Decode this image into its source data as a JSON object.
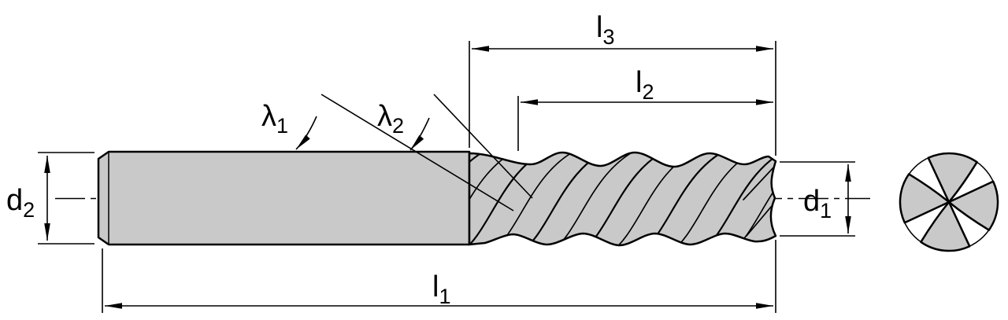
{
  "drawing": {
    "title": "end-mill-dimension-drawing",
    "colors": {
      "body_fill": "#c9c9c9",
      "line": "#000000",
      "background": "#ffffff"
    },
    "dimensions": {
      "l1": {
        "symbol": "l",
        "sub": "1"
      },
      "l2": {
        "symbol": "l",
        "sub": "2"
      },
      "l3": {
        "symbol": "l",
        "sub": "3"
      },
      "d1": {
        "symbol": "d",
        "sub": "1"
      },
      "d2": {
        "symbol": "d",
        "sub": "2"
      },
      "lambda1": {
        "symbol": "λ",
        "sub": "1"
      },
      "lambda2": {
        "symbol": "λ",
        "sub": "2"
      }
    }
  }
}
